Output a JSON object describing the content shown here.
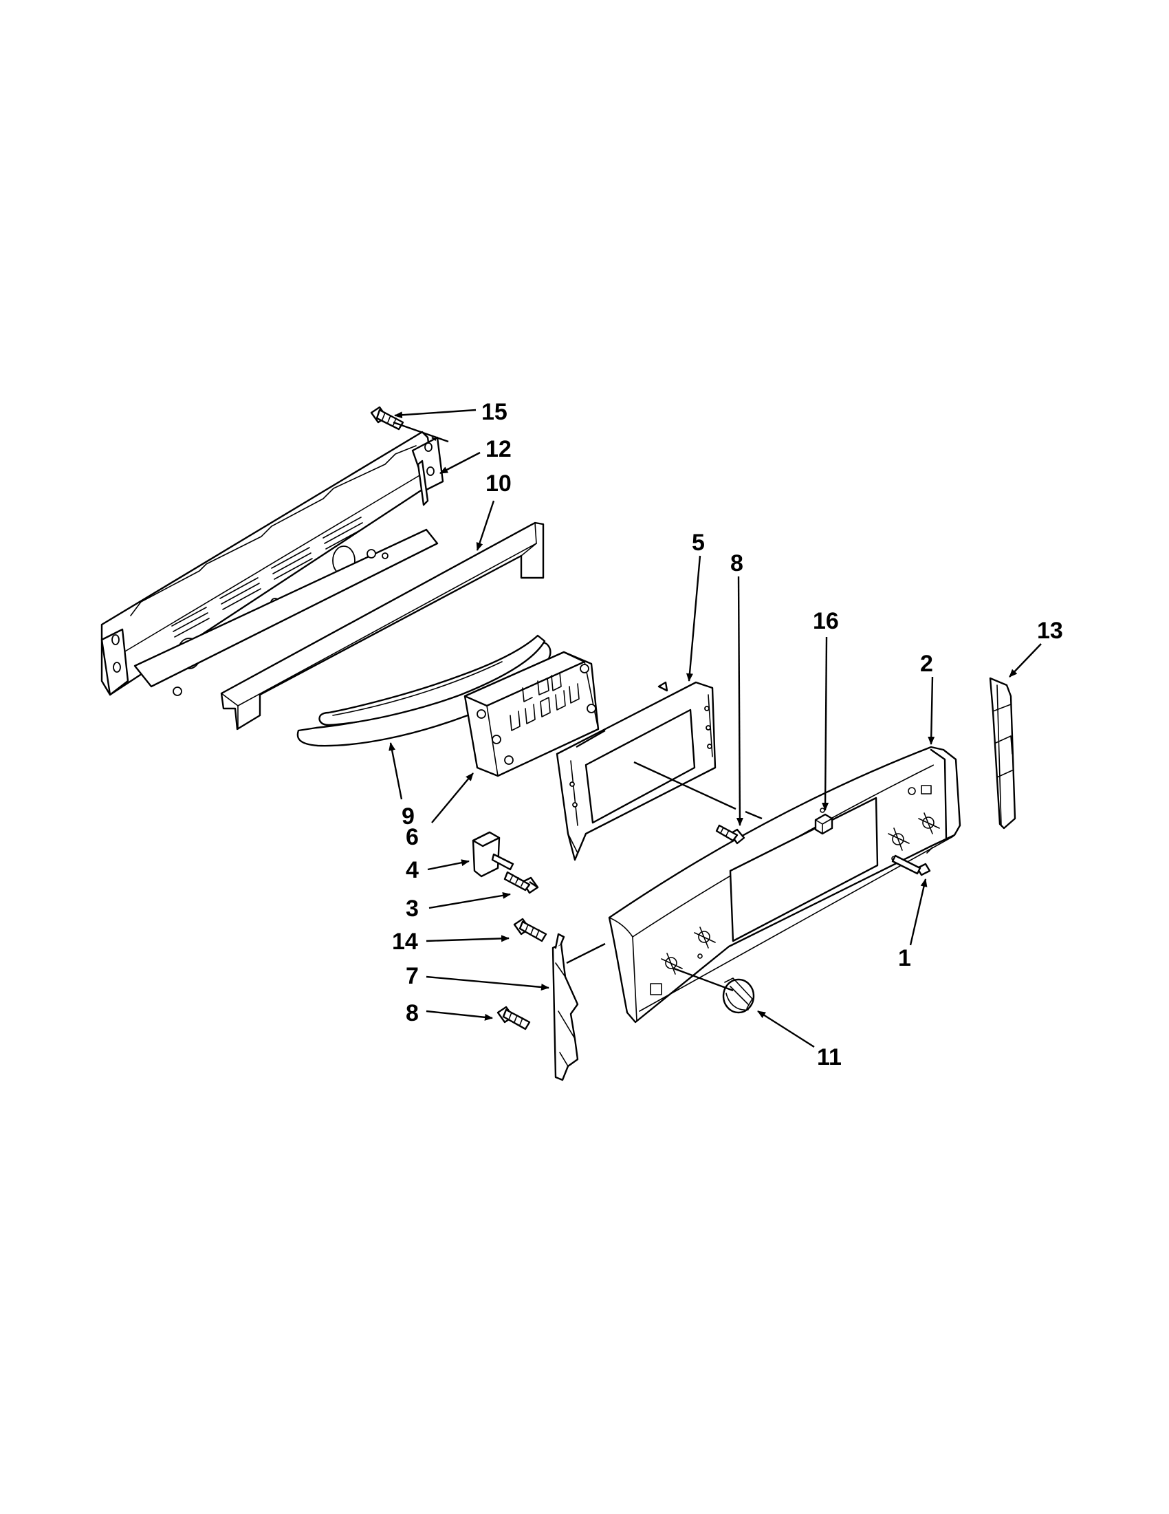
{
  "colors": {
    "line": "#000000",
    "background": "#ffffff"
  },
  "callouts": [
    "15",
    "12",
    "10",
    "5",
    "8",
    "16",
    "13",
    "2",
    "9",
    "6",
    "4",
    "3",
    "14",
    "7",
    "8",
    "11",
    "1"
  ]
}
